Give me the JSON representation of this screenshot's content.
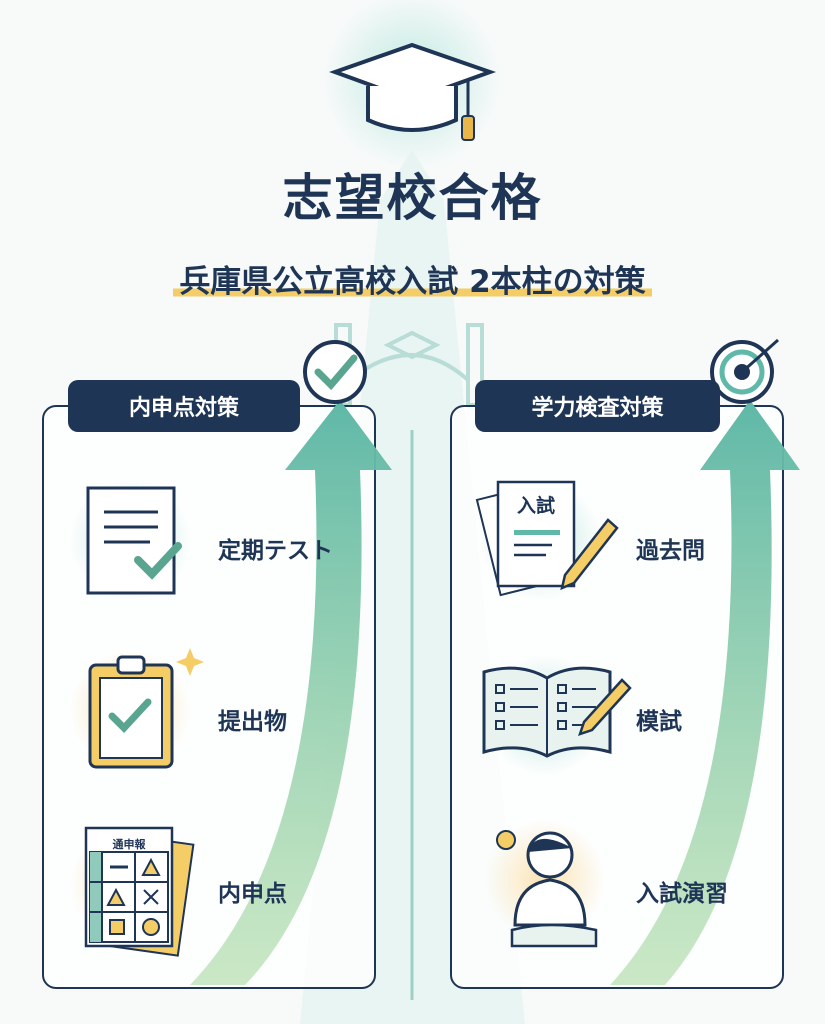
{
  "title": "志望校合格",
  "subtitle": "兵庫県公立高校入試 2本柱の対策",
  "left": {
    "heading": "内申点対策",
    "items": [
      {
        "label": "定期テスト",
        "icon": "test-paper-check-icon"
      },
      {
        "label": "提出物",
        "icon": "clipboard-check-icon"
      },
      {
        "label": "内申点",
        "icon": "report-card-icon"
      }
    ],
    "report_card_title": "通申報"
  },
  "right": {
    "heading": "学力検査対策",
    "items": [
      {
        "label": "過去問",
        "icon": "past-exam-pencil-icon"
      },
      {
        "label": "模試",
        "icon": "open-book-checklist-icon"
      },
      {
        "label": "入試演習",
        "icon": "student-studying-icon"
      }
    ],
    "exam_paper_title": "入試"
  },
  "colors": {
    "navy": "#1f3556",
    "teal": "#5fb8a8",
    "yellow": "#f5cd66",
    "green": "#5aa58f"
  }
}
